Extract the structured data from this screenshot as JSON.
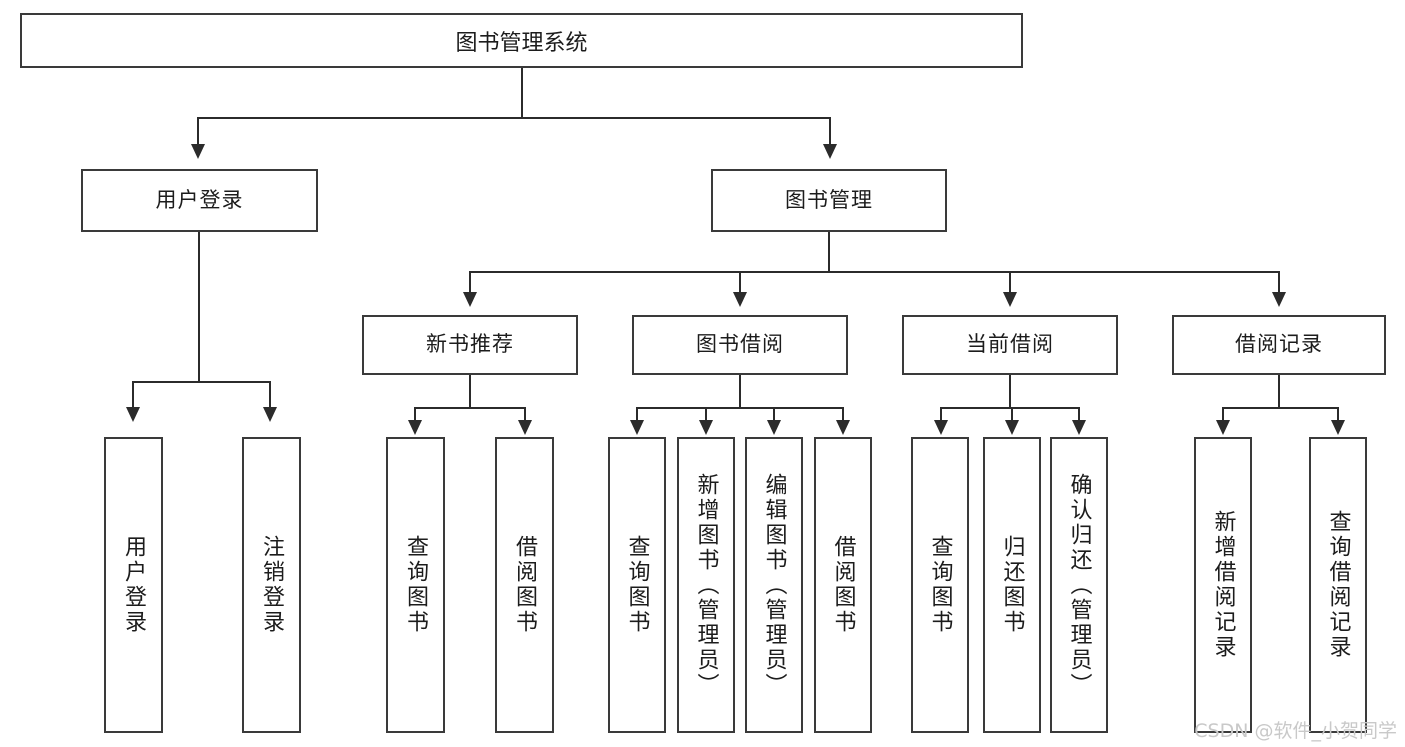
{
  "diagram": {
    "title": "图书管理系统",
    "type": "tree",
    "watermark": "CSDN @软件_小贺同学",
    "root": {
      "label": "图书管理系统"
    },
    "level2": [
      {
        "label": "用户登录"
      },
      {
        "label": "图书管理"
      }
    ],
    "level3": [
      {
        "label": "新书推荐"
      },
      {
        "label": "图书借阅"
      },
      {
        "label": "当前借阅"
      },
      {
        "label": "借阅记录"
      }
    ],
    "leaves": {
      "user_login": [
        {
          "label": "用户登录"
        },
        {
          "label": "注销登录"
        }
      ],
      "new_book_recommend": [
        {
          "label": "查询图书"
        },
        {
          "label": "借阅图书"
        }
      ],
      "book_borrow": [
        {
          "label": "查询图书"
        },
        {
          "label": "新增图书（管理员）"
        },
        {
          "label": "编辑图书（管理员）"
        },
        {
          "label": "借阅图书"
        }
      ],
      "current_borrow": [
        {
          "label": "查询图书"
        },
        {
          "label": "归还图书"
        },
        {
          "label": "确认归还（管理员）"
        }
      ],
      "borrow_record": [
        {
          "label": "新增借阅记录"
        },
        {
          "label": "查询借阅记录"
        }
      ]
    }
  },
  "colors": {
    "box_border": "#3a3a3a",
    "line": "#2b2b2b",
    "text": "#1c1c1c",
    "background": "#ffffff",
    "watermark": "#c9c9c9"
  }
}
